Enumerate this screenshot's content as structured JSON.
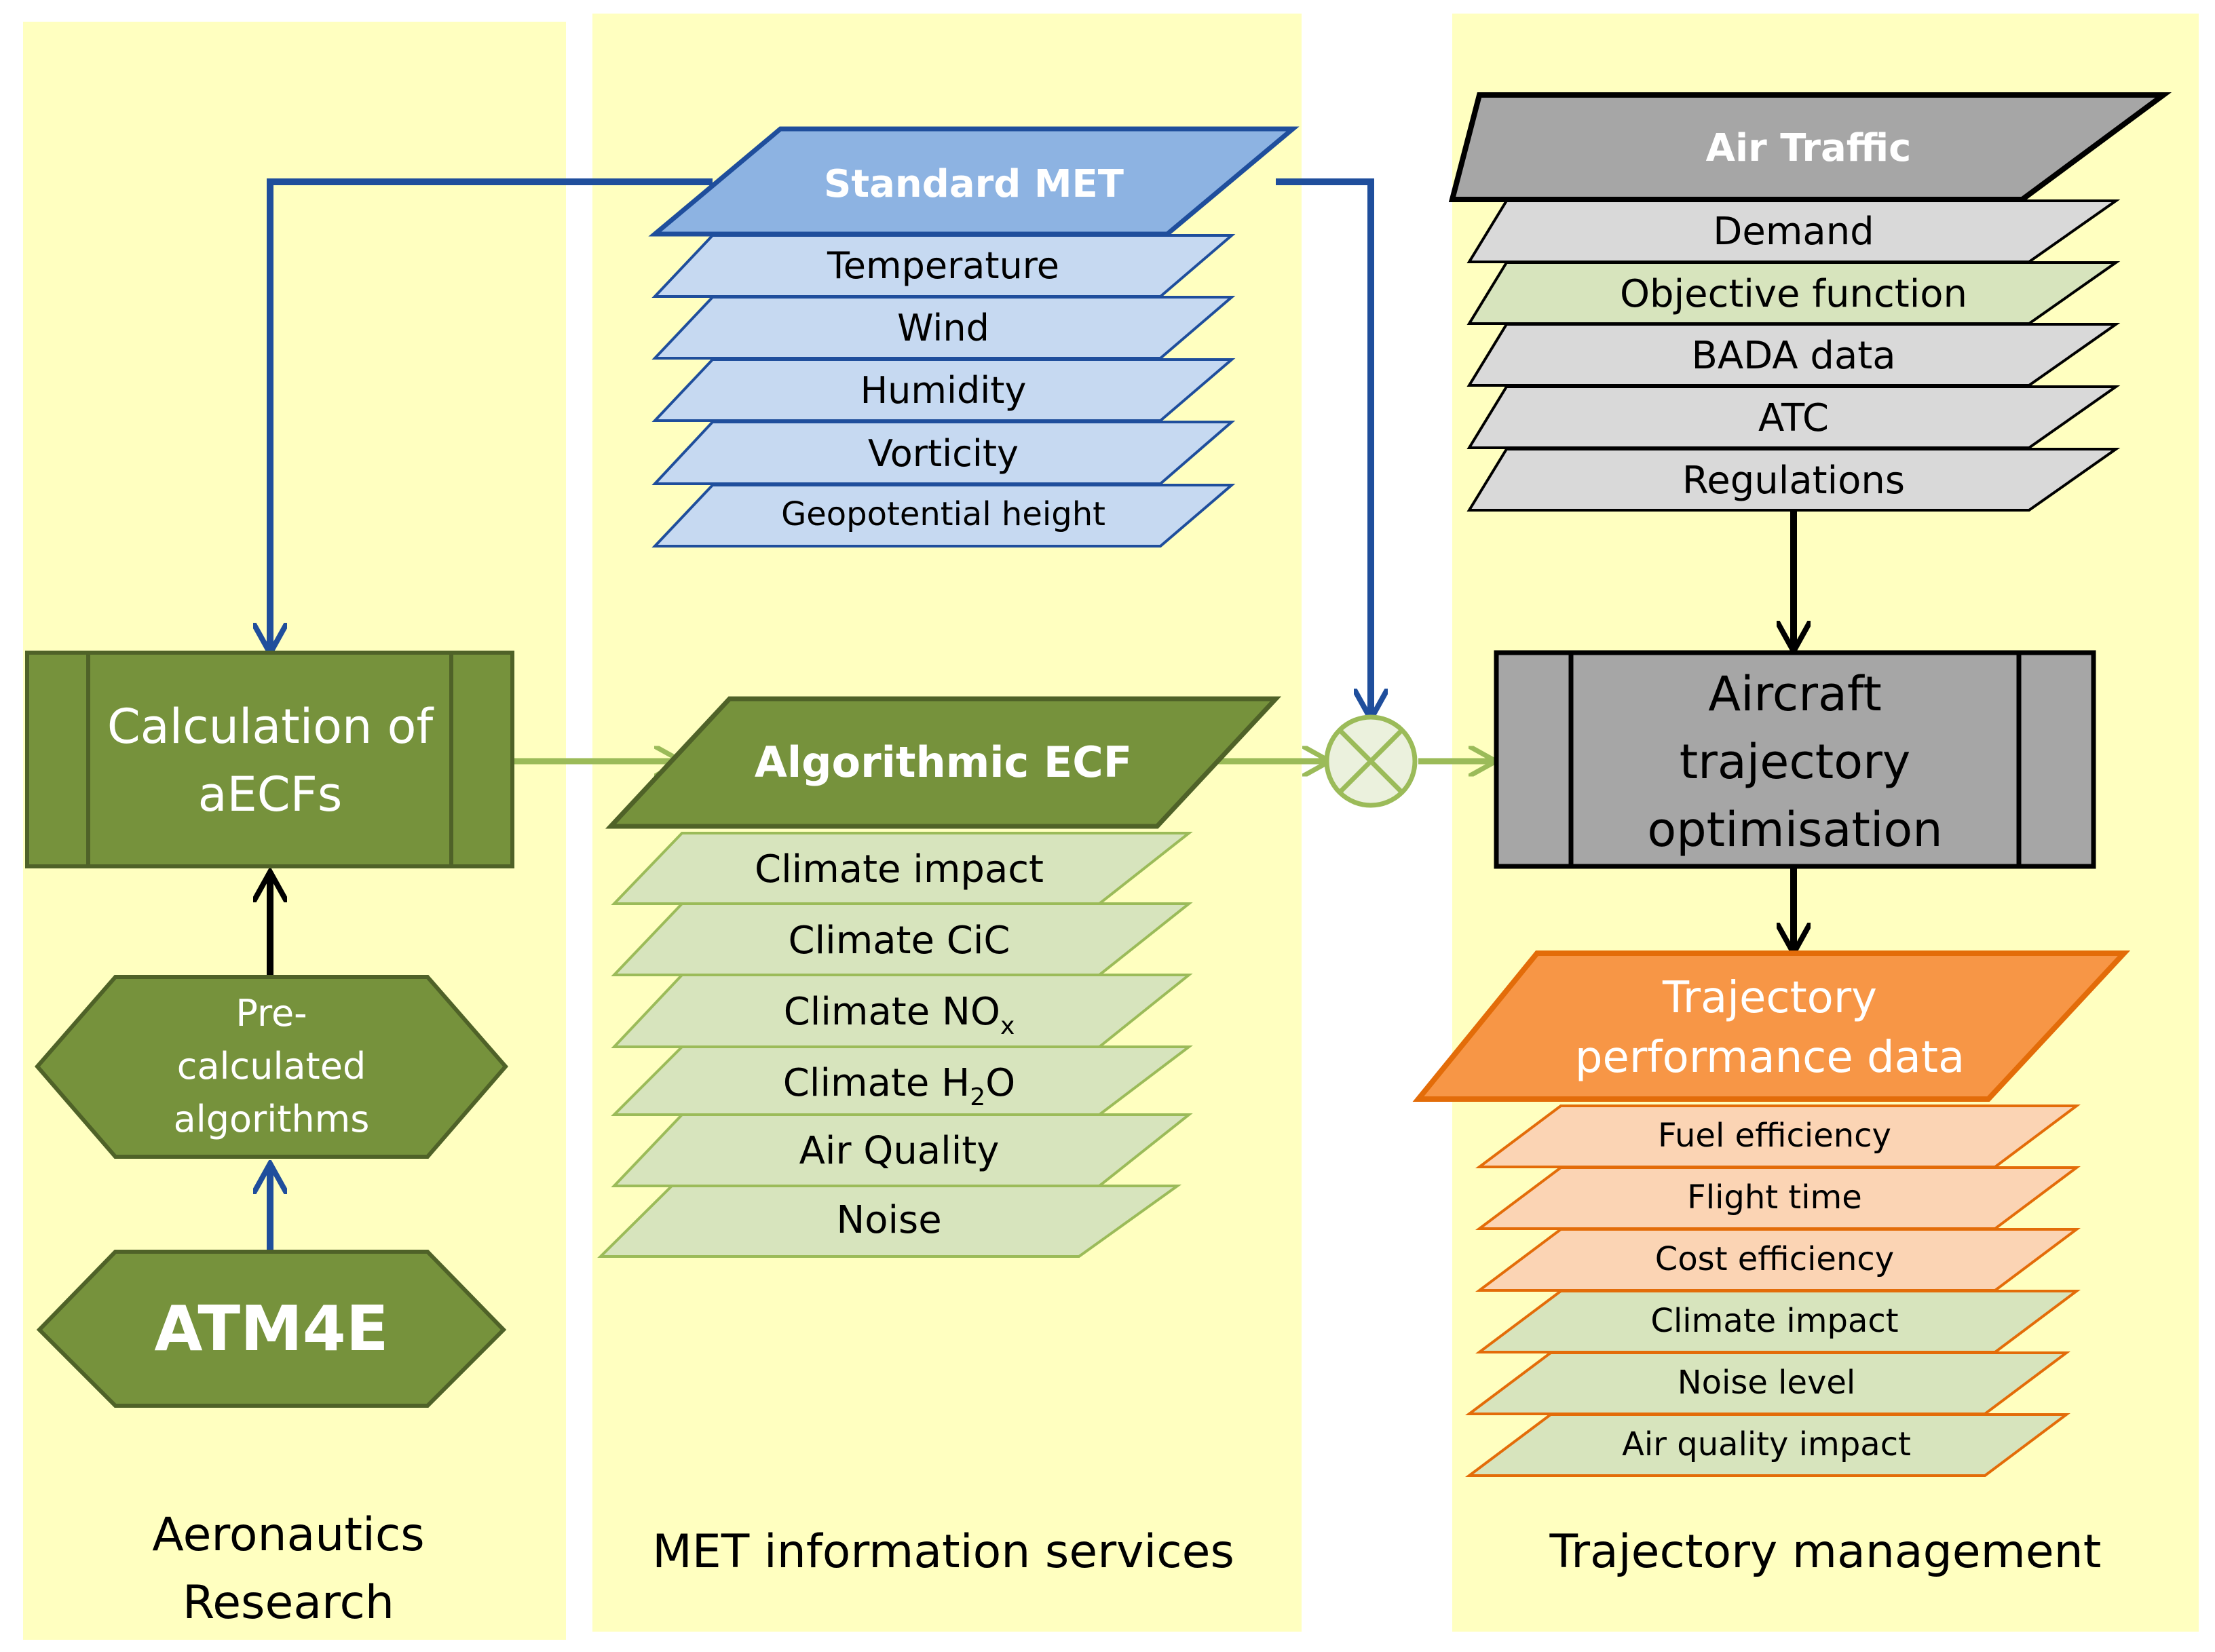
{
  "columns": {
    "aeronautics": [
      "Aeronautics",
      "Research"
    ],
    "met": "MET information services",
    "trajectory": "Trajectory management"
  },
  "atm4e": "ATM4E",
  "precalc": [
    "Pre-",
    "calculated",
    "algorithms"
  ],
  "calc_aecf": [
    "Calculation of",
    "aECFs"
  ],
  "standard_met": {
    "title": "Standard MET",
    "layers": [
      "Temperature",
      "Wind",
      "Humidity",
      "Vorticity",
      "Geopotential height"
    ]
  },
  "algorithmic_ecf": {
    "title": "Algorithmic ECF",
    "layers": [
      "Climate impact",
      "Climate CiC",
      "Climate NO",
      "Climate H",
      "Air Quality",
      "Noise"
    ],
    "nox_sub": "x",
    "h2o_sub": "2",
    "h2o_tail": "O"
  },
  "air_traffic": {
    "title": "Air Traffic",
    "layers": [
      "Demand",
      "Objective function",
      "BADA data",
      "ATC",
      "Regulations"
    ]
  },
  "optimisation": [
    "Aircraft",
    "trajectory",
    "optimisation"
  ],
  "trajectory_perf": {
    "title": [
      "Trajectory",
      "performance data"
    ],
    "layers": [
      "Fuel efficiency",
      "Flight time",
      "Cost efficiency",
      "Climate impact",
      "Noise level",
      "Air quality impact"
    ]
  },
  "colors": {
    "panel": "#ffffc0",
    "met_blue": "#8db3e2",
    "met_blue_light": "#c6d9f1",
    "met_line": "#1f4e9c",
    "green_dark": "#76923c",
    "green_light": "#d7e4bd",
    "green_arrow": "#9bbb59",
    "gray": "#a6a6a6",
    "gray_light": "#d9d9d9",
    "orange": "#f79646",
    "orange_light": "#fbd4b4",
    "orange_line": "#e36c09"
  }
}
